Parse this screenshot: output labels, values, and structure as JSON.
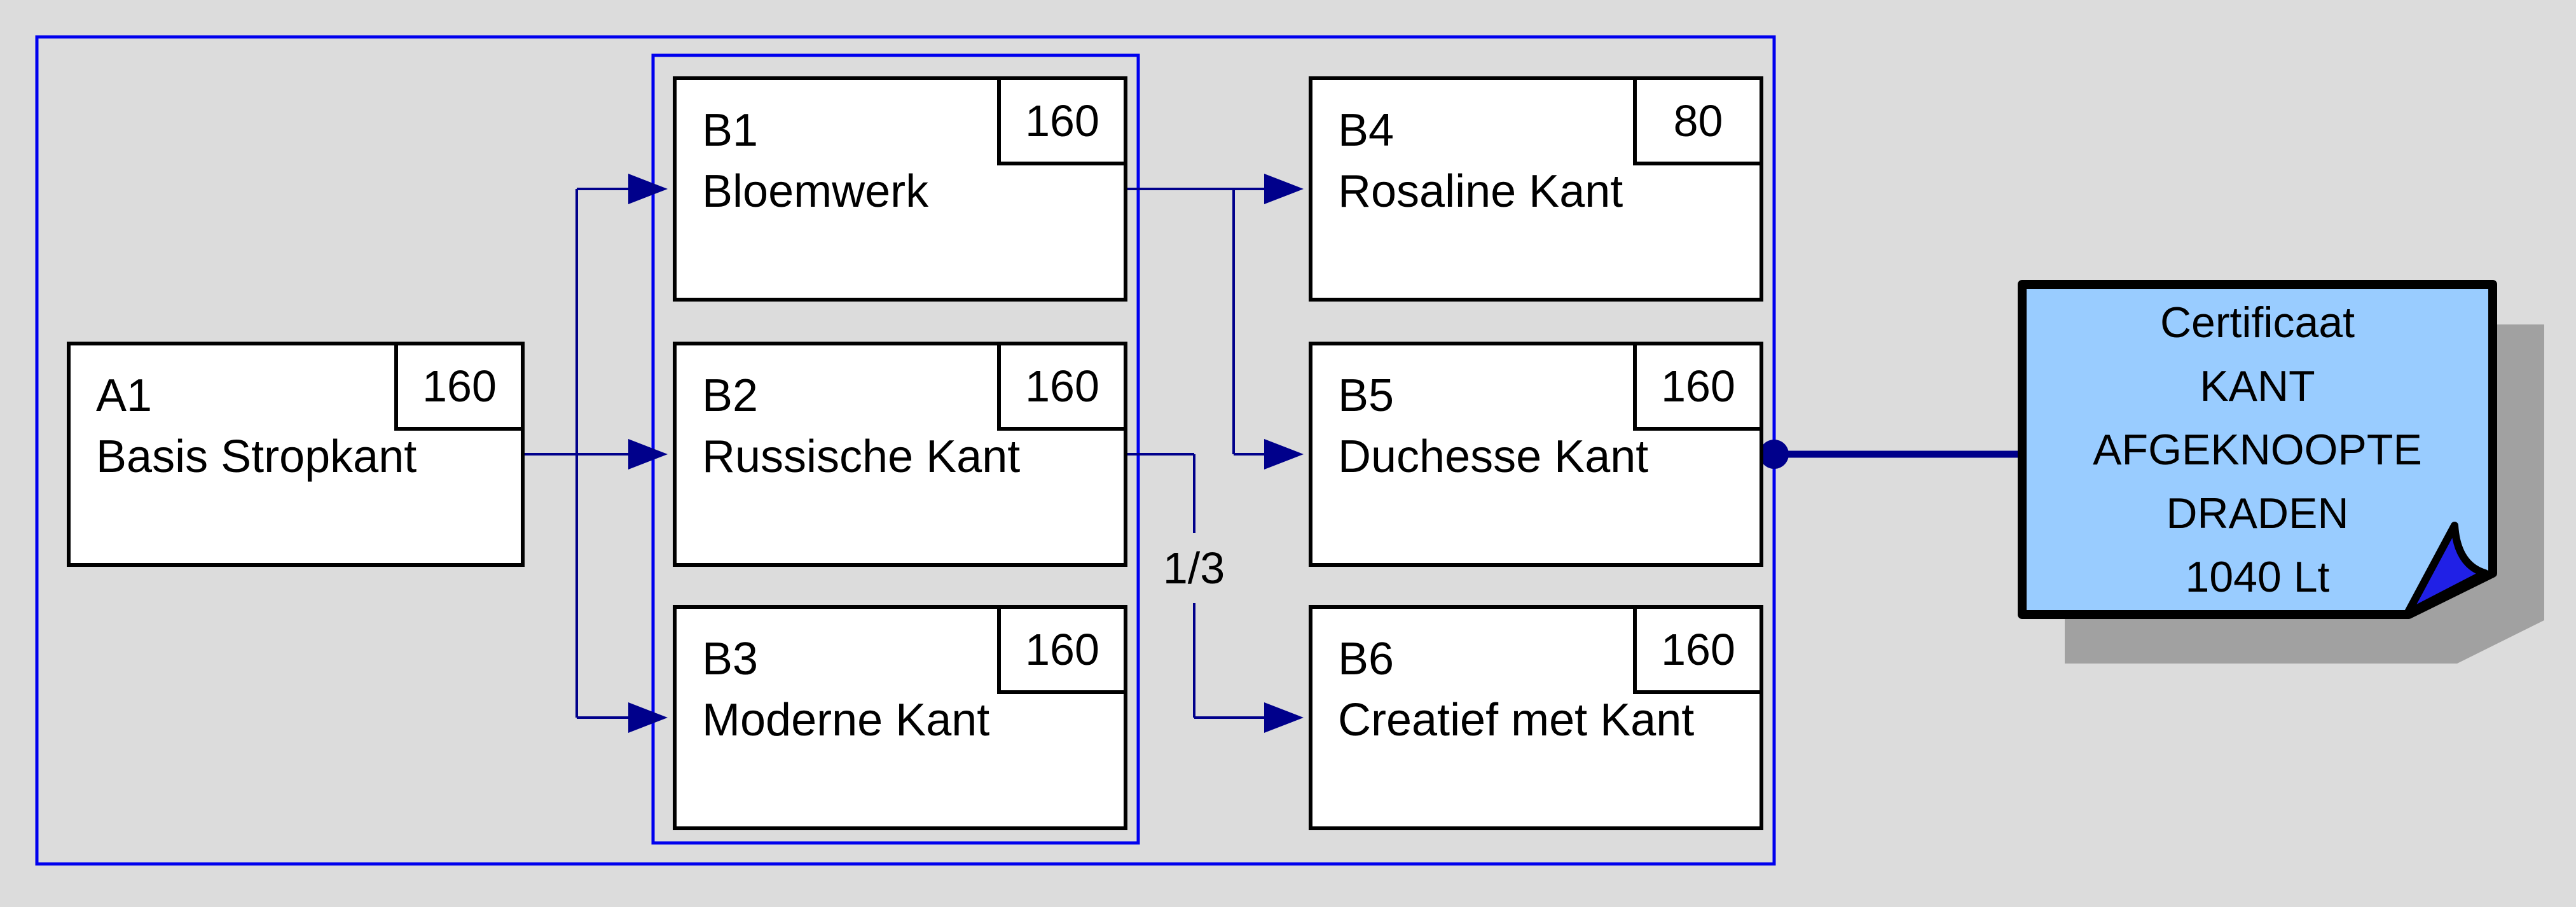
{
  "diagram": {
    "background_color": "#DCDCDC",
    "group_border_color": "#0000EE",
    "connector_color": "#00008B",
    "node_fill_color": "#FFFFFF",
    "nodes": [
      {
        "code": "A1",
        "title": "Basis Stropkant",
        "hours": "160"
      },
      {
        "code": "B1",
        "title": "Bloemwerk",
        "hours": "160"
      },
      {
        "code": "B2",
        "title": "Russische Kant",
        "hours": "160"
      },
      {
        "code": "B3",
        "title": "Moderne Kant",
        "hours": "160"
      },
      {
        "code": "B4",
        "title": "Rosaline Kant",
        "hours": "80"
      },
      {
        "code": "B5",
        "title": "Duchesse Kant",
        "hours": "160"
      },
      {
        "code": "B6",
        "title": "Creatief met Kant",
        "hours": "160"
      }
    ],
    "edge_label": "1/3",
    "certificate": {
      "lines": [
        "Certificaat",
        "KANT",
        "AFGEKNOOPTE",
        "DRADEN",
        "1040 Lt"
      ],
      "fill_color": "#99CCFF",
      "fold_color": "#2020E6",
      "shadow_color": "#A1A1A1",
      "border_color": "#000000"
    }
  }
}
